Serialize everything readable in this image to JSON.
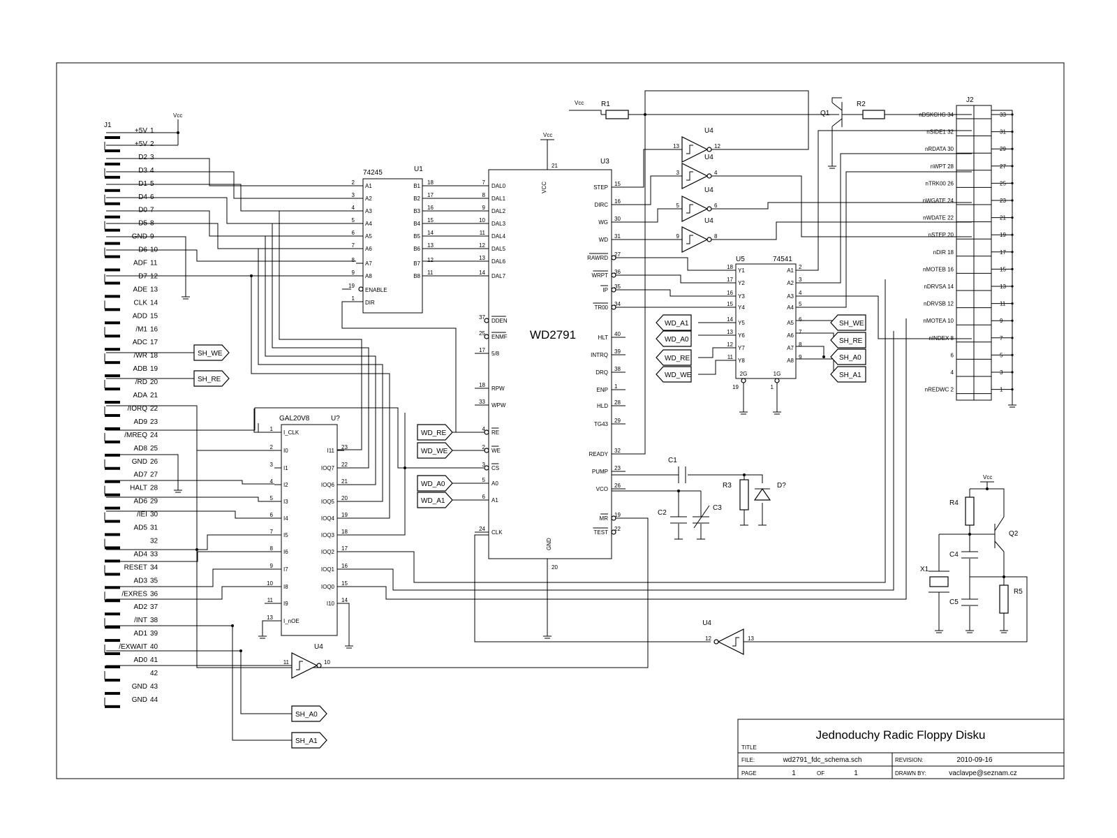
{
  "title_block": {
    "title_label": "TITLE",
    "title": "Jednoduchy Radic Floppy Disku",
    "file_label": "FILE:",
    "file": "wd2791_fdc_schema.sch",
    "revision_label": "REVISION:",
    "revision": "2010-09-16",
    "page_label": "PAGE",
    "page": "1",
    "of_label": "OF",
    "pages": "1",
    "drawn_label": "DRAWN BY:",
    "drawn_by": "vaclavpe@seznam.cz"
  },
  "j1": {
    "ref": "J1",
    "pins": [
      "+5V",
      "+5V",
      "D2",
      "D3",
      "D1",
      "D4",
      "D0",
      "D5",
      "GND",
      "D6",
      "ADF",
      "D7",
      "ADE",
      "CLK",
      "ADD",
      "/M1",
      "ADC",
      "/WR",
      "ADB",
      "/RD",
      "ADA",
      "/IORQ",
      "AD9",
      "/MREQ",
      "AD8",
      "GND",
      "AD7",
      "HALT",
      "AD6",
      "/IEI",
      "AD5",
      "",
      "AD4",
      "RESET",
      "AD3",
      "/EXRES",
      "AD2",
      "/INT",
      "AD1",
      "/EXWAIT",
      "AD0",
      "",
      "GND",
      "GND"
    ]
  },
  "u1": {
    "ref": "U1",
    "part": "74245",
    "a_pins": [
      [
        "2",
        "A1"
      ],
      [
        "3",
        "A2"
      ],
      [
        "4",
        "A3"
      ],
      [
        "5",
        "A4"
      ],
      [
        "6",
        "A5"
      ],
      [
        "7",
        "A6"
      ],
      [
        "8",
        "A7"
      ],
      [
        "9",
        "A8"
      ]
    ],
    "b_pins": [
      [
        "18",
        "B1"
      ],
      [
        "17",
        "B2"
      ],
      [
        "16",
        "B3"
      ],
      [
        "15",
        "B4"
      ],
      [
        "14",
        "B5"
      ],
      [
        "13",
        "B6"
      ],
      [
        "12",
        "B7"
      ],
      [
        "11",
        "B8"
      ]
    ],
    "enable": [
      "19",
      "ENABLE"
    ],
    "dir": [
      "1",
      "DIR"
    ]
  },
  "u3": {
    "ref": "U3",
    "part": "WD2791",
    "vcc": [
      "21",
      "VCC"
    ],
    "gnd": [
      "20",
      "GND"
    ],
    "left": [
      [
        "7",
        "DAL0"
      ],
      [
        "8",
        "DAL1"
      ],
      [
        "9",
        "DAL2"
      ],
      [
        "10",
        "DAL3"
      ],
      [
        "11",
        "DAL4"
      ],
      [
        "12",
        "DAL5"
      ],
      [
        "13",
        "DAL6"
      ],
      [
        "14",
        "DAL7"
      ],
      [
        "37",
        "DDEN"
      ],
      [
        "25",
        "ENMF"
      ],
      [
        "17",
        "5/8"
      ],
      [
        "18",
        "RPW"
      ],
      [
        "33",
        "WPW"
      ],
      [
        "4",
        "RE"
      ],
      [
        "2",
        "WE"
      ],
      [
        "3",
        "CS"
      ],
      [
        "5",
        "A0"
      ],
      [
        "6",
        "A1"
      ],
      [
        "24",
        "CLK"
      ]
    ],
    "right": [
      [
        "15",
        "STEP"
      ],
      [
        "16",
        "DIRC"
      ],
      [
        "30",
        "WG"
      ],
      [
        "31",
        "WD"
      ],
      [
        "27",
        "RAWRD"
      ],
      [
        "36",
        "WRPT"
      ],
      [
        "35",
        "IP"
      ],
      [
        "34",
        "TR00"
      ],
      [
        "40",
        "HLT"
      ],
      [
        "39",
        "INTRQ"
      ],
      [
        "38",
        "DRQ"
      ],
      [
        "1",
        "ENP"
      ],
      [
        "28",
        "HLD"
      ],
      [
        "29",
        "TG43"
      ],
      [
        "32",
        "READY"
      ],
      [
        "23",
        "PUMP"
      ],
      [
        "26",
        "VCO"
      ],
      [
        "19",
        "MR"
      ],
      [
        "22",
        "TEST"
      ]
    ]
  },
  "u5": {
    "ref": "U5",
    "part": "74541",
    "y": [
      [
        "18",
        "Y1"
      ],
      [
        "17",
        "Y2"
      ],
      [
        "16",
        "Y3"
      ],
      [
        "15",
        "Y4"
      ],
      [
        "14",
        "Y5"
      ],
      [
        "13",
        "Y6"
      ],
      [
        "12",
        "Y7"
      ],
      [
        "11",
        "Y8"
      ]
    ],
    "a": [
      [
        "2",
        "A1"
      ],
      [
        "3",
        "A2"
      ],
      [
        "4",
        "A3"
      ],
      [
        "5",
        "A4"
      ],
      [
        "6",
        "A5"
      ],
      [
        "7",
        "A6"
      ],
      [
        "8",
        "A7"
      ],
      [
        "9",
        "A8"
      ]
    ],
    "g1": [
      "19",
      "2G"
    ],
    "g2": [
      "1",
      "1G"
    ]
  },
  "gal": {
    "ref": "U?",
    "part": "GAL20V8",
    "left": [
      [
        "1",
        "I_CLK"
      ],
      [
        "2",
        "I0"
      ],
      [
        "3",
        "I1"
      ],
      [
        "4",
        "I2"
      ],
      [
        "5",
        "I3"
      ],
      [
        "6",
        "I4"
      ],
      [
        "7",
        "I5"
      ],
      [
        "8",
        "I6"
      ],
      [
        "9",
        "I7"
      ],
      [
        "10",
        "I8"
      ],
      [
        "11",
        "I9"
      ],
      [
        "13",
        "I_nOE"
      ]
    ],
    "right": [
      [
        "23",
        "I11"
      ],
      [
        "22",
        "IOQ7"
      ],
      [
        "21",
        "IOQ6"
      ],
      [
        "20",
        "IOQ5"
      ],
      [
        "19",
        "IOQ4"
      ],
      [
        "18",
        "IOQ3"
      ],
      [
        "17",
        "IOQ2"
      ],
      [
        "16",
        "IOQ1"
      ],
      [
        "15",
        "IOQ0"
      ],
      [
        "14",
        "I10"
      ]
    ]
  },
  "j2": {
    "ref": "J2",
    "rows": [
      [
        "nDSKCHG",
        "34",
        "33"
      ],
      [
        "nSIDE1",
        "32",
        "31"
      ],
      [
        "nRDATA",
        "30",
        "29"
      ],
      [
        "nWPT",
        "28",
        "27"
      ],
      [
        "nTRK00",
        "26",
        "25"
      ],
      [
        "nWGATE",
        "24",
        "23"
      ],
      [
        "nWDATE",
        "22",
        "21"
      ],
      [
        "nSTEP",
        "20",
        "19"
      ],
      [
        "nDIR",
        "18",
        "17"
      ],
      [
        "nMOTEB",
        "16",
        "15"
      ],
      [
        "nDRVSA",
        "14",
        "13"
      ],
      [
        "nDRVSB",
        "12",
        "11"
      ],
      [
        "nMOTEA",
        "10",
        "9"
      ],
      [
        "nINDEX",
        "8",
        "7"
      ],
      [
        "",
        "6",
        "5"
      ],
      [
        "",
        "4",
        "3"
      ],
      [
        "nREDWC",
        "2",
        "1"
      ]
    ]
  },
  "inverters": [
    {
      "ref": "U4",
      "in": "13",
      "out": "12"
    },
    {
      "ref": "U4",
      "in": "3",
      "out": "4"
    },
    {
      "ref": "U4",
      "in": "5",
      "out": "6"
    },
    {
      "ref": "U4",
      "in": "9",
      "out": "8"
    },
    {
      "ref": "U4",
      "in": "13",
      "out": "12"
    },
    {
      "ref": "U4",
      "in": "11",
      "out": "10"
    }
  ],
  "ports": {
    "sh_we": "SH_WE",
    "sh_re": "SH_RE",
    "sh_a0": "SH_A0",
    "sh_a1": "SH_A1",
    "wd_re": "WD_RE",
    "wd_we": "WD_WE",
    "wd_a0": "WD_A0",
    "wd_a1": "WD_A1"
  },
  "parts": {
    "r1": "R1",
    "r2": "R2",
    "r3": "R3",
    "r4": "R4",
    "r5": "R5",
    "c1": "C1",
    "c2": "C2",
    "c3": "C3",
    "c4": "C4",
    "c5": "C5",
    "q1": "Q1",
    "q2": "Q2",
    "d": "D?",
    "x1": "X1",
    "vcc": "Vcc"
  }
}
